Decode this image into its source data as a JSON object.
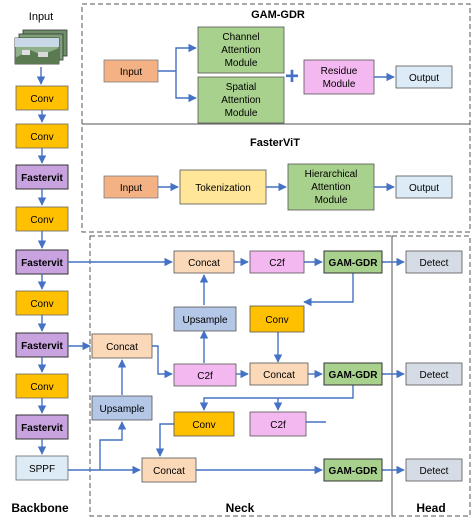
{
  "colors": {
    "conv": "#FFC000",
    "fastervit": "#C9A3E0",
    "orange": "#F4B183",
    "concat": "#FAD8B8",
    "green": "#A9D18E",
    "c2f": "#F4B8F0",
    "upsample": "#B4C7E7",
    "output": "#DDEBF7",
    "sppf": "#DDEBF7",
    "tokenization": "#FFE699",
    "detect": "#D6DCE5",
    "arrow": "#4472C4"
  },
  "backbone": {
    "input_label": "Input",
    "blocks": [
      "Conv",
      "Conv",
      "Fastervit",
      "Conv",
      "Fastervit",
      "Conv",
      "Fastervit",
      "Conv",
      "Fastervit",
      "SPPF"
    ],
    "section_label": "Backbone"
  },
  "gam_gdr": {
    "title": "GAM-GDR",
    "input": "Input",
    "channel": [
      "Channel",
      "Attention",
      "Module"
    ],
    "spatial": [
      "Spatial",
      "Attention",
      "Module"
    ],
    "plus": "+",
    "residue": [
      "Residue",
      "Module"
    ],
    "output": "Output"
  },
  "fastervit": {
    "title": "FasterViT",
    "input": "Input",
    "tokenization": "Tokenization",
    "hier": [
      "Hierarchical",
      "Attention",
      "Module"
    ],
    "output": "Output"
  },
  "neck": {
    "section_label": "Neck",
    "concat": "Concat",
    "c2f": "C2f",
    "upsample": "Upsample",
    "conv": "Conv",
    "gam": "GAM-GDR"
  },
  "head": {
    "section_label": "Head",
    "detect": "Detect"
  }
}
